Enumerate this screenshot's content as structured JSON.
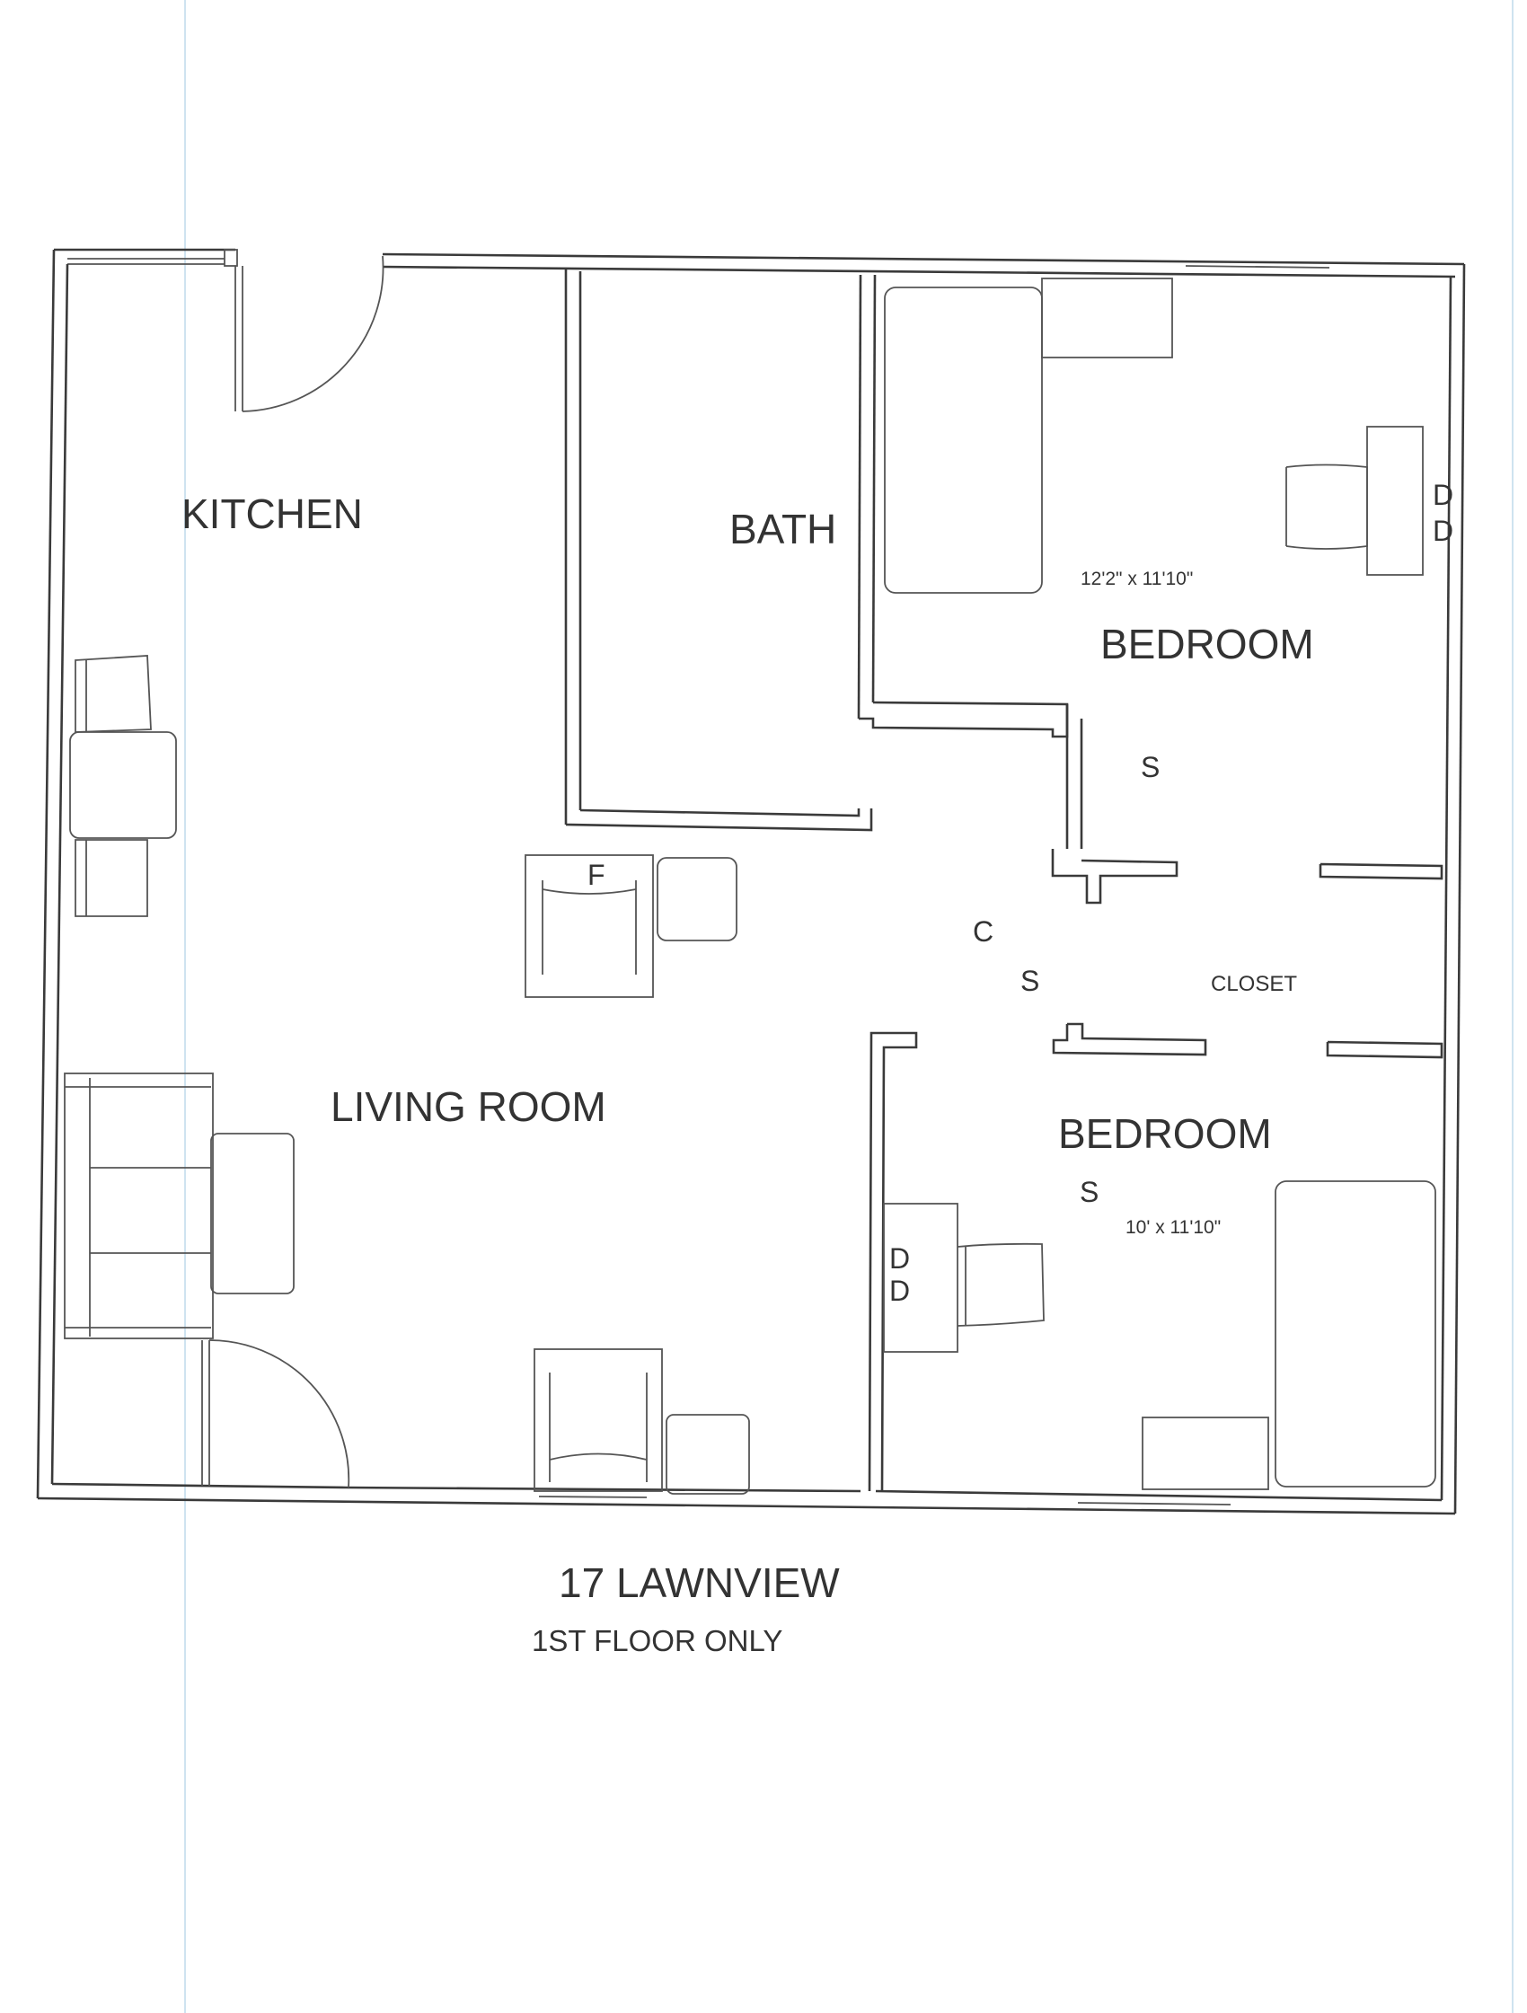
{
  "rooms": {
    "kitchen": "KITCHEN",
    "bath": "BATH",
    "bedroom1": "BEDROOM",
    "bedroom2": "BEDROOM",
    "living": "LIVING ROOM",
    "closet": "CLOSET"
  },
  "dimensions": {
    "bedroom1": "12'2\" x 11'10\"",
    "bedroom2": "10' x 11'10\""
  },
  "symbols": {
    "dresser": "D",
    "smoke": "S",
    "co": "C",
    "furnace": "F"
  },
  "caption": {
    "title": "17 LAWNVIEW",
    "subtitle": "1ST FLOOR ONLY"
  }
}
